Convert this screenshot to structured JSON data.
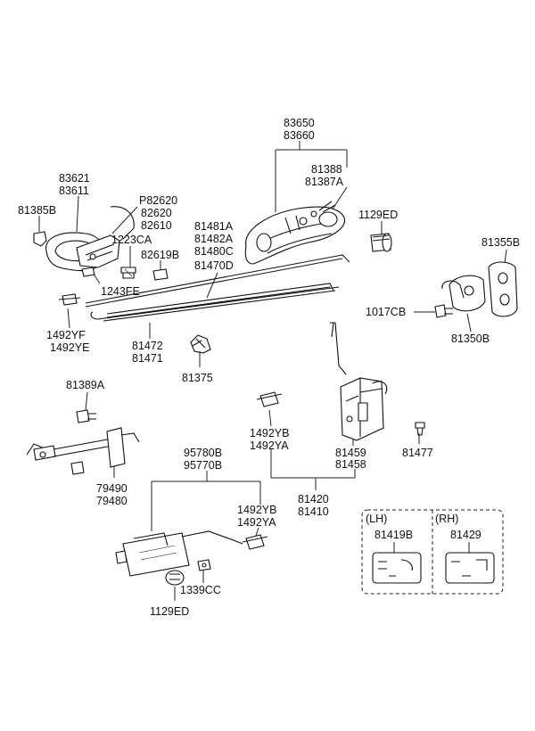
{
  "labels": {
    "p83650": "83650",
    "p83660": "83660",
    "p81388": "81388",
    "p81387A": "81387A",
    "p83621": "83621",
    "p83611": "83611",
    "p81385B": "81385B",
    "pP82620": "P82620",
    "p82620": "82620",
    "p82610": "82610",
    "p1223CA": "1223CA",
    "p82619B": "82619B",
    "p1243FE": "1243FE",
    "p81481A": "81481A",
    "p81482A": "81482A",
    "p81480C": "81480C",
    "p81470D": "81470D",
    "p1129ED_a": "1129ED",
    "p81355B": "81355B",
    "p1017CB": "1017CB",
    "p81350B": "81350B",
    "p1492YF": "1492YF",
    "p1492YE": "1492YE",
    "p81472": "81472",
    "p81471": "81471",
    "p81375": "81375",
    "p81389A": "81389A",
    "p1492YB_a": "1492YB",
    "p1492YA_a": "1492YA",
    "p81459": "81459",
    "p81458": "81458",
    "p81477": "81477",
    "p79490": "79490",
    "p79480": "79480",
    "p95780B": "95780B",
    "p95770B": "95770B",
    "p81420": "81420",
    "p81410": "81410",
    "p1492YB_b": "1492YB",
    "p1492YA_b": "1492YA",
    "p1339CC": "1339CC",
    "p1129ED_b": "1129ED",
    "lh": "(LH)",
    "rh": "(RH)",
    "p81419B": "81419B",
    "p81429": "81429"
  }
}
